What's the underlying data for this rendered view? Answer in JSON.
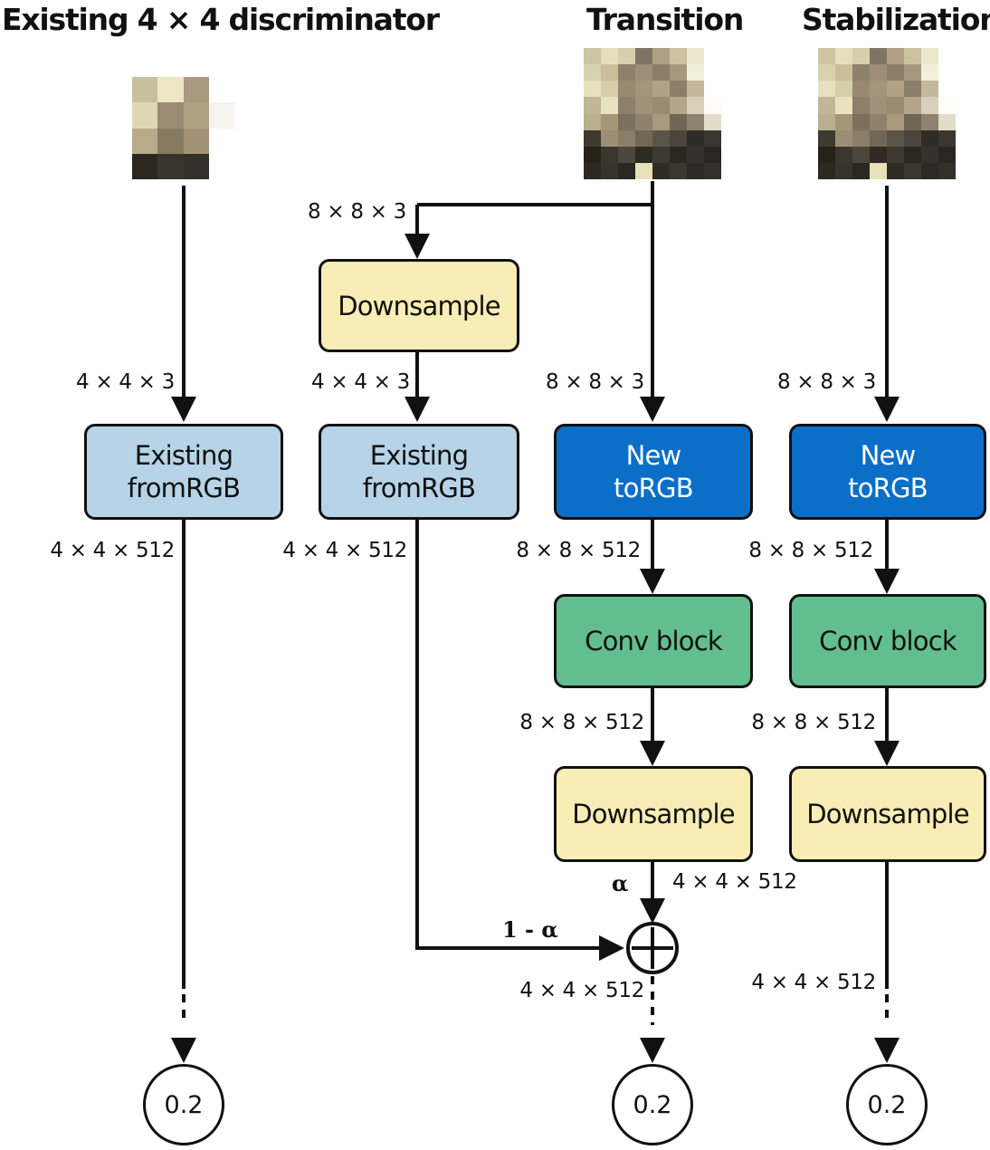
{
  "titles": {
    "existing": "Existing 4 × 4 discriminator",
    "transition": "Transition",
    "stabilization": "Stabilization"
  },
  "existing_column": {
    "input_label": "4 × 4 × 3",
    "from_rgb_line1": "Existing",
    "from_rgb_line2": "fromRGB",
    "output_label": "4 × 4 × 512",
    "result": "0.2"
  },
  "transition_column": {
    "branch_label": "8 × 8 × 3",
    "downsample_in": "Downsample",
    "after_downsample_label": "4 × 4 × 3",
    "existing_from_rgb_line1": "Existing",
    "existing_from_rgb_line2": "fromRGB",
    "old_output_label": "4 × 4 × 512",
    "one_minus_alpha": "1 - α",
    "new_input_label": "8 × 8 × 3",
    "new_to_rgb_line1": "New",
    "new_to_rgb_line2": "toRGB",
    "to_rgb_output_label": "8 × 8 × 512",
    "conv_block": "Conv block",
    "conv_output_label": "8 × 8 × 512",
    "downsample_out": "Downsample",
    "alpha": "α",
    "downsample_output_label": "4 × 4 × 512",
    "sum_symbol": "+",
    "sum_output_label": "4 × 4 × 512",
    "result": "0.2"
  },
  "stabilization_column": {
    "input_label": "8 × 8 × 3",
    "new_to_rgb_line1": "New",
    "new_to_rgb_line2": "toRGB",
    "to_rgb_output_label": "8 × 8 × 512",
    "conv_block": "Conv block",
    "conv_output_label": "8 × 8 × 512",
    "downsample": "Downsample",
    "downsample_output_label": "4 × 4 × 512",
    "result": "0.2"
  },
  "colors": {
    "downsample_fill": "#f8edb4",
    "existing_from_rgb_fill": "#b7d3e7",
    "new_to_rgb_fill": "#0b6ec7",
    "conv_block_fill": "#62be8e",
    "line": "#111111"
  },
  "images": {
    "low_res_4x4": [
      [
        "#c8bf9c",
        "#ece6c4",
        "#a89a7e",
        "#ffffff"
      ],
      [
        "#ded7b2",
        "#9a8c72",
        "#b0a283",
        "#f6f4ee"
      ],
      [
        "#b7ab8b",
        "#877a63",
        "#a29276",
        "#ffffff"
      ],
      [
        "#2b271f",
        "#3a352c",
        "#33302a",
        "#ffffff"
      ]
    ],
    "high_res_8x8": [
      [
        "#cdc5a2",
        "#e5dfbd",
        "#d6cfac",
        "#7f7564",
        "#ae9f84",
        "#ccc29f",
        "#ece7cf",
        "#ffffff"
      ],
      [
        "#d8d1ae",
        "#c9bf9b",
        "#8c816c",
        "#9d8f77",
        "#8a7e69",
        "#a69880",
        "#f3eed9",
        "#ffffff"
      ],
      [
        "#e6e0be",
        "#d6cda9",
        "#978a71",
        "#a49479",
        "#b1a286",
        "#8a7f6a",
        "#c3b89c",
        "#ffffff"
      ],
      [
        "#c1b695",
        "#e9e2c1",
        "#8c806a",
        "#a0927a",
        "#988a73",
        "#b4a68b",
        "#d7cfb7",
        "#fdfcf7"
      ],
      [
        "#b9ae8d",
        "#a39679",
        "#7b705d",
        "#8e826d",
        "#a79a81",
        "#6f6656",
        "#8d836f",
        "#e2dcca"
      ],
      [
        "#3e3a31",
        "#9a8e74",
        "#8a7e68",
        "#716756",
        "#5b5448",
        "#4b463d",
        "#2f2c26",
        "#3b3730"
      ],
      [
        "#25221c",
        "#3a362d",
        "#4c463b",
        "#2e2b24",
        "#3d3930",
        "#2b2822",
        "#35322b",
        "#2a2722"
      ],
      [
        "#2c2923",
        "#38342c",
        "#2a2721",
        "#e7e0b8",
        "#2f2c25",
        "#3c3830",
        "#2d2a24",
        "#33302a"
      ]
    ]
  }
}
